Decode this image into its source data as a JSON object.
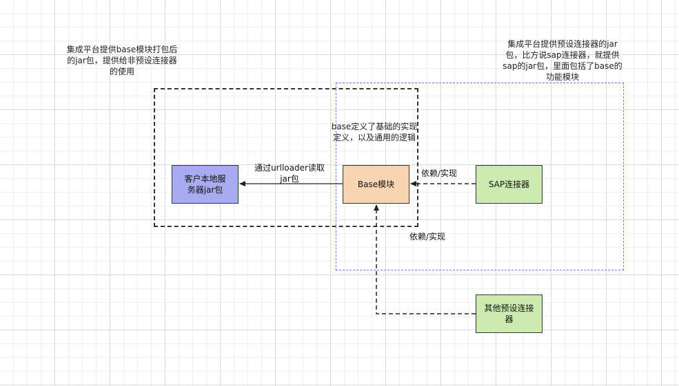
{
  "notes": {
    "left": "集成平台提供base模块打包后的jar包，提供给非预设连接器的使用",
    "right": "集成平台提供预设连接器的jar包，比方说sap连接器，就提供sap的jar包，里面包括了base的功能模块",
    "base": "base定义了基础的实现定义，以及通用的逻辑"
  },
  "nodes": {
    "client": "客户本地服务器jar包",
    "base": "Base模块",
    "sap": "SAP连接器",
    "other": "其他预设连接器"
  },
  "edges": {
    "base_to_client": "通过urlloader读取jar包",
    "sap_to_base": "依赖/实现",
    "other_to_base": "依赖/实现"
  },
  "colors": {
    "client_fill": "#a9abf0",
    "base_fill": "#f7d4b2",
    "connector_fill": "#cdebb0",
    "blue_group_border": "#6b7fe0"
  }
}
